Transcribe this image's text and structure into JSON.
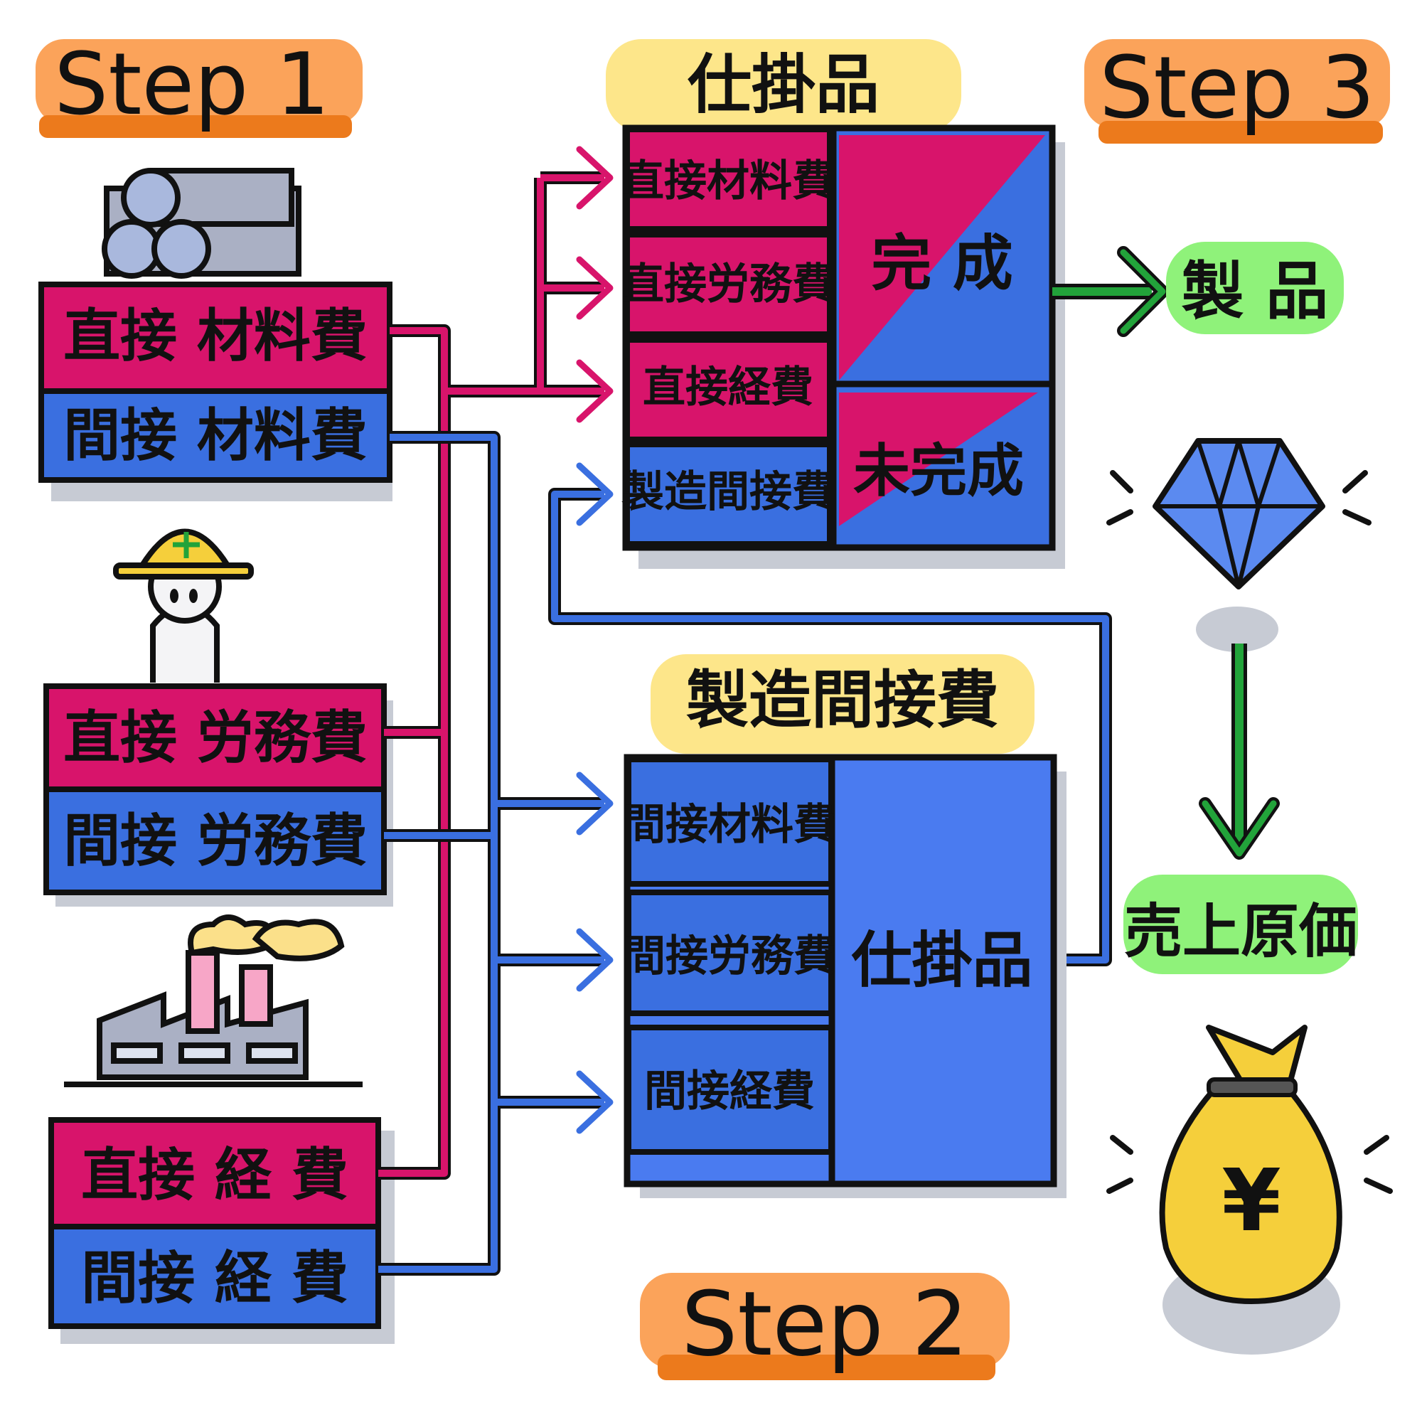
{
  "steps": {
    "step1": "Step 1",
    "step2": "Step 2",
    "step3": "Step 3"
  },
  "cost_blocks": {
    "material": {
      "direct": "直接 材料費",
      "indirect": "間接 材料費"
    },
    "labor": {
      "direct": "直接 労務費",
      "indirect": "間接 労務費"
    },
    "expense": {
      "direct": "直接 経 費",
      "indirect": "間接 経 費"
    }
  },
  "wip": {
    "header": "仕掛品",
    "rows": [
      "直接材料費",
      "直接労務費",
      "直接経費",
      "製造間接費"
    ],
    "completed": "完 成",
    "uncompleted": "未完成"
  },
  "overhead": {
    "header": "製造間接費",
    "rows": [
      "間接材料費",
      "間接労務費",
      "間接経費"
    ],
    "transfer": "仕掛品"
  },
  "outputs": {
    "product": "製 品",
    "cogs": "売上原価"
  },
  "icons": {
    "pipes": "steel-pipes-icon",
    "worker": "worker-helmet-icon",
    "factory": "factory-icon",
    "gem": "diamond-icon",
    "money": "money-bag-icon",
    "currency_symbol": "¥"
  },
  "colors": {
    "direct": "#d8146b",
    "indirect": "#3a6fe0",
    "highlight_yellow": "#fde68a",
    "highlight_orange": "#fba35a",
    "orange_bar": "#ec7a1c",
    "highlight_green": "#8ff27a",
    "arrow_green": "#22a33a",
    "outline": "#111111"
  }
}
